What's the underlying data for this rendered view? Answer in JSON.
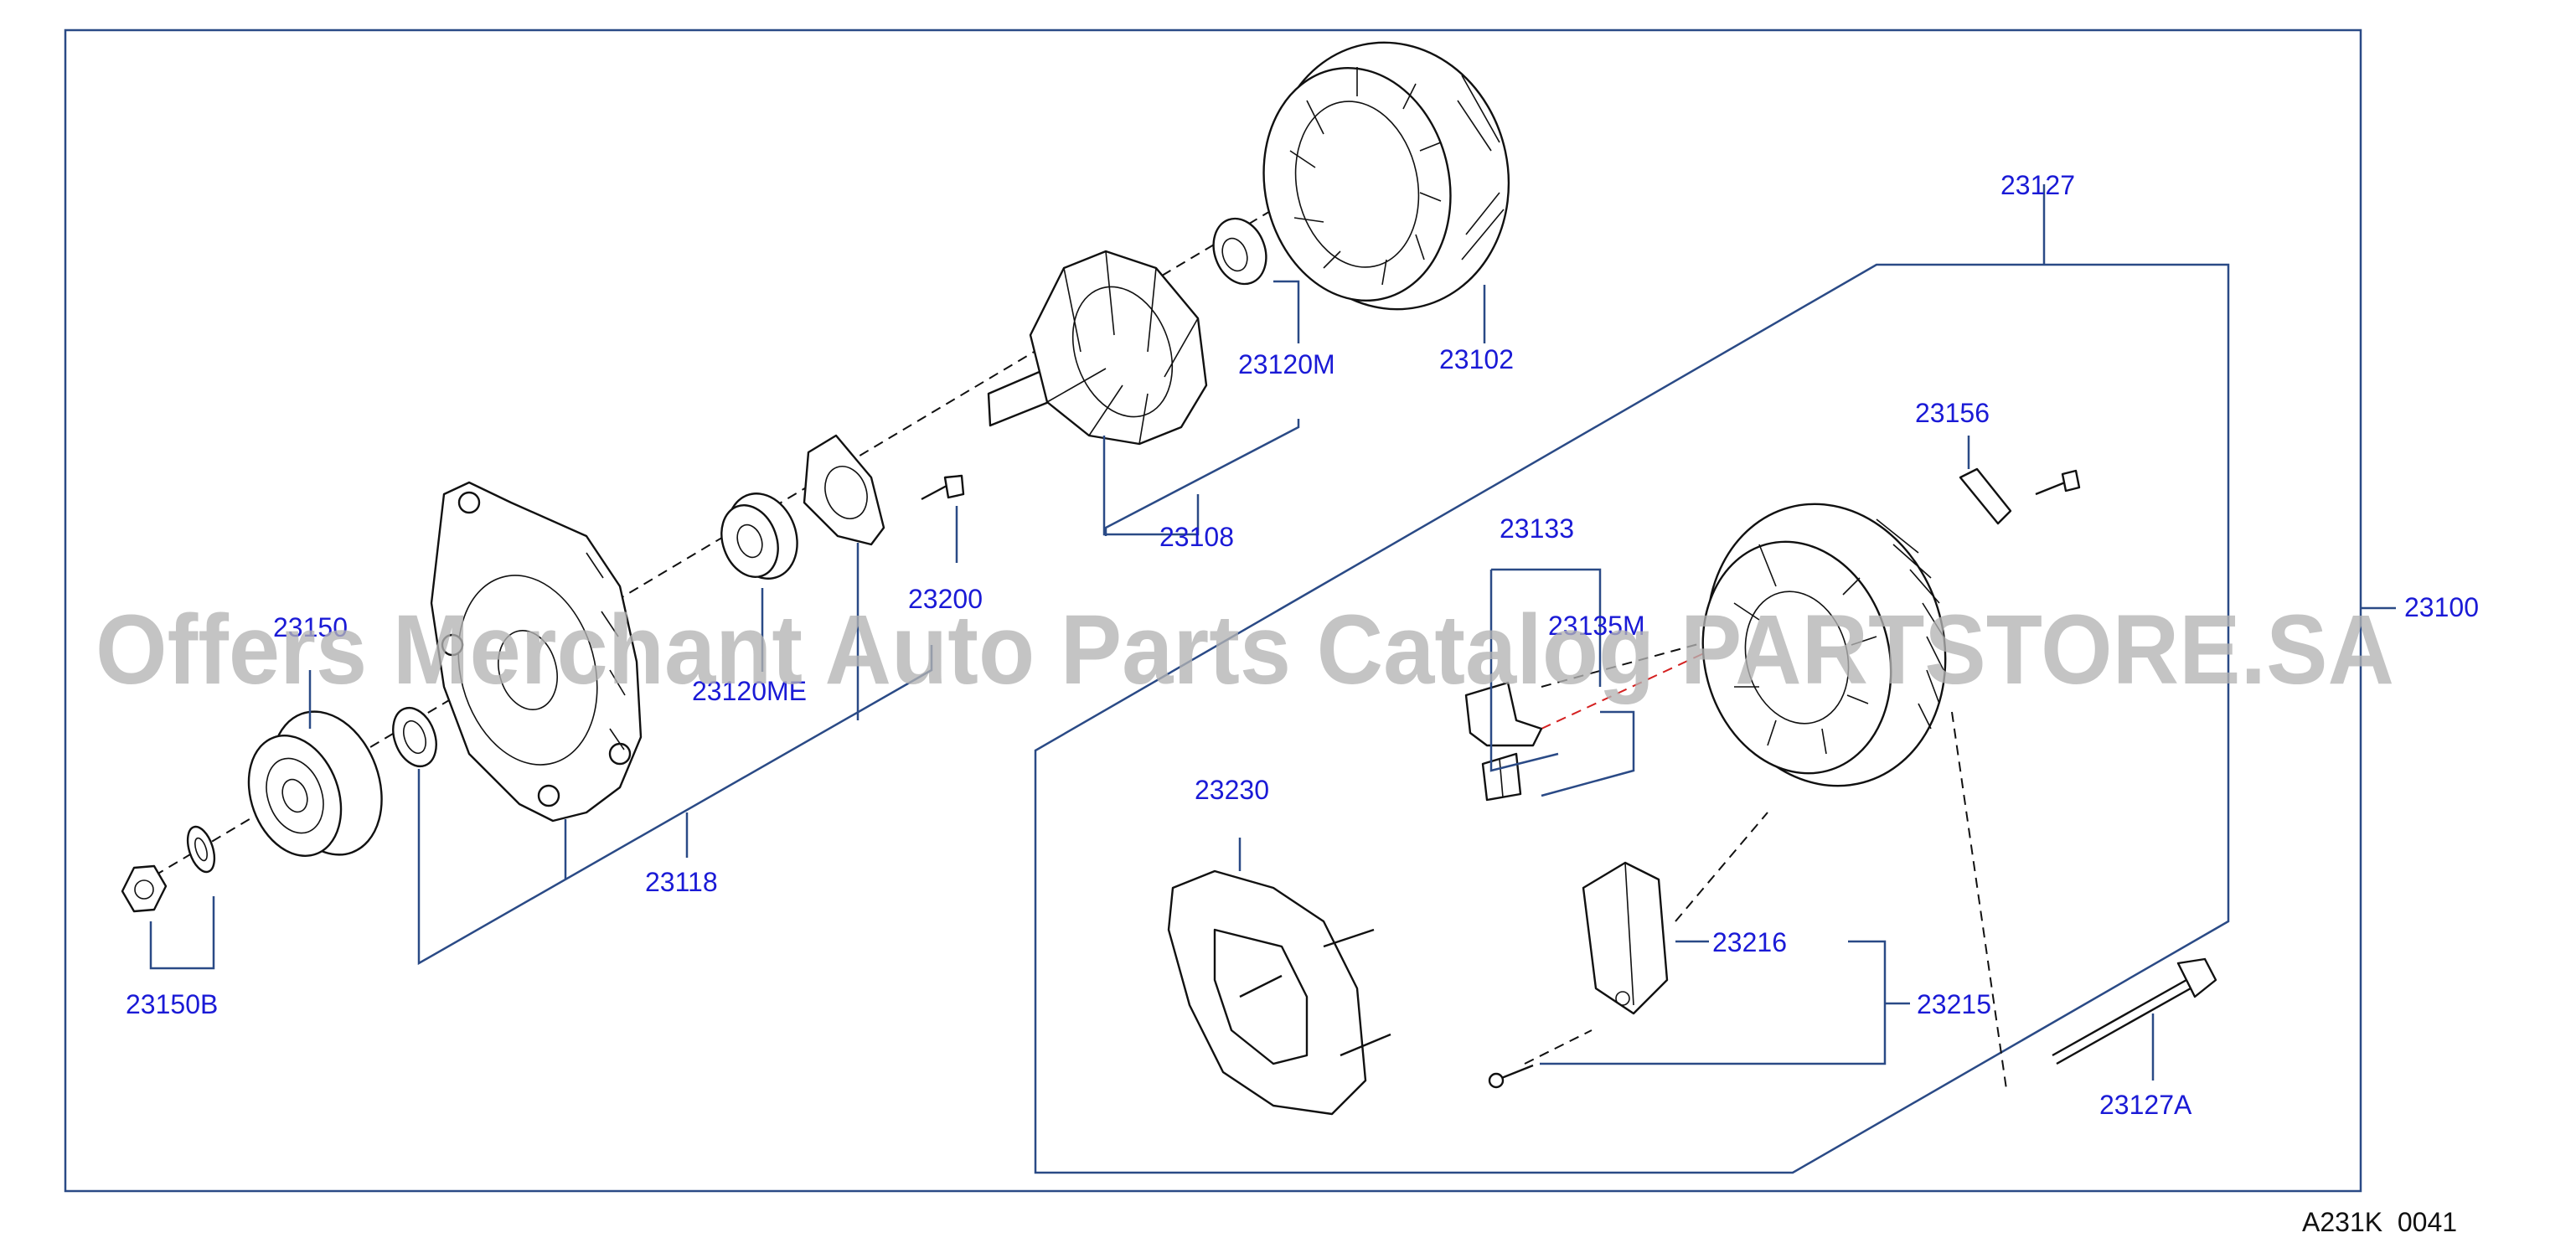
{
  "labels": {
    "p23100": "23100",
    "p23102": "23102",
    "p23108": "23108",
    "p23118": "23118",
    "p23120M": "23120M",
    "p23120ME": "23120ME",
    "p23127": "23127",
    "p23127A": "23127A",
    "p23133": "23133",
    "p23135M": "23135M",
    "p23150": "23150",
    "p23150B": "23150B",
    "p23156": "23156",
    "p23200": "23200",
    "p23215": "23215",
    "p23216": "23216",
    "p23230": "23230"
  },
  "diagram_code": "A231K  0041",
  "watermark": "Offers Merchant Auto Parts Catalog PARTSTORE.SA",
  "colors": {
    "label": "#1a1ad6",
    "leader": "#2a4a86",
    "part_outline": "#111111",
    "watermark": "#b4b4b4"
  }
}
